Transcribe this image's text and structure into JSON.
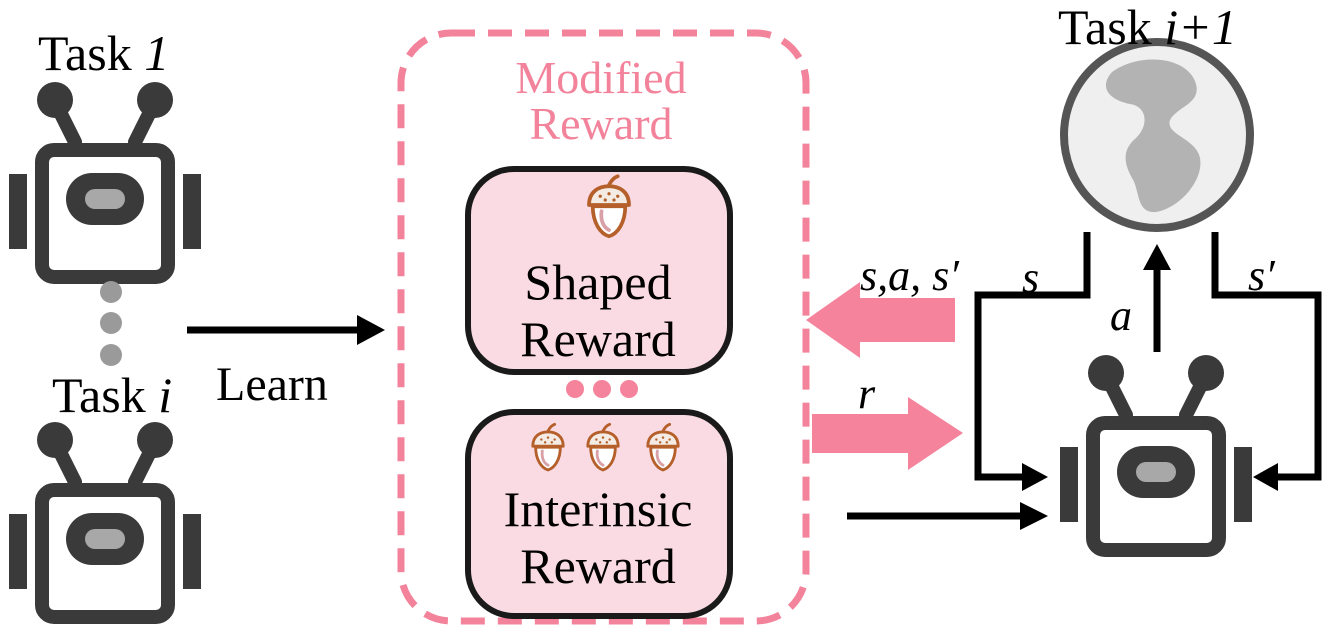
{
  "tasks": {
    "first": {
      "prefix": "Task",
      "index": "1"
    },
    "current": {
      "prefix": "Task",
      "index": "i"
    },
    "next": {
      "prefix": "Task",
      "index": "i+1"
    }
  },
  "learn_label": "Learn",
  "modified_reward": {
    "line1": "Modified",
    "line2": "Reward"
  },
  "shaped_reward": {
    "line1": "Shaped",
    "line2": "Reward"
  },
  "intrinsic_reward": {
    "line1": "Interinsic",
    "line2": "Reward"
  },
  "symbols": {
    "transition": "s,a, s′",
    "state": "s",
    "next_state": "s′",
    "action": "a",
    "reward": "r"
  },
  "colors": {
    "robot": "#3a3a3a",
    "robot_visor": "#a8a8a8",
    "pink_dash": "#f2839b",
    "pink_arrow": "#f4839b",
    "box_fill": "#fadbe3",
    "box_border": "#1a1a1a",
    "acorn": "#b5602a",
    "globe_land": "#b3b3b3",
    "globe_sea": "#efefef",
    "globe_ring": "#555555"
  },
  "icons": [
    "robot-icon",
    "acorn-icon",
    "globe-icon",
    "ellipsis-dots-icon"
  ]
}
